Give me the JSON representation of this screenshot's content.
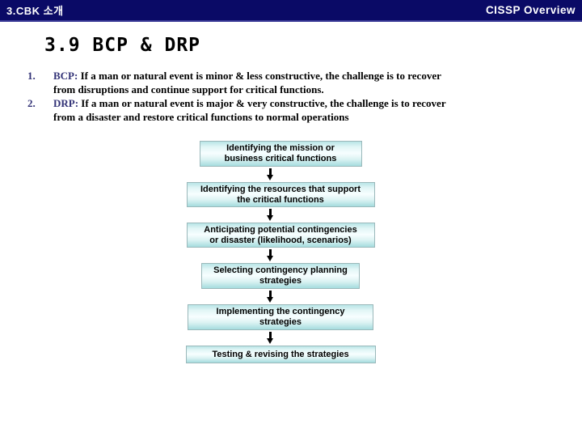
{
  "header": {
    "left_title": "3.CBK 소개",
    "right_title": "CISSP Overview"
  },
  "slide": {
    "title": "3.9 BCP & DRP"
  },
  "definitions": {
    "items": [
      {
        "number": "1.",
        "term": "BCP:",
        "line1": "If a man or natural event is minor & less constructive, the challenge is to recover",
        "line2": "from disruptions and continue support for critical functions."
      },
      {
        "number": "2.",
        "term": "DRP:",
        "line1": "If a man or natural event is major & very constructive, the challenge is to recover",
        "line2": "from a disaster and restore critical functions to normal operations"
      }
    ]
  },
  "flowchart": {
    "steps": [
      {
        "lines": [
          "Identifying the mission or",
          "business critical functions"
        ]
      },
      {
        "lines": [
          "Identifying the resources that support",
          "the critical functions"
        ]
      },
      {
        "lines": [
          "Anticipating potential contingencies",
          "or disaster (likelihood, scenarios)"
        ]
      },
      {
        "lines": [
          "Selecting contingency planning",
          "strategies"
        ]
      },
      {
        "lines": [
          "Implementing the contingency",
          "strategies"
        ]
      },
      {
        "lines": [
          "Testing & revising the strategies"
        ]
      }
    ]
  },
  "colors": {
    "header_bar": "#0a0a66",
    "header_text": "#ffffff",
    "term_accent": "#333377",
    "box_fill_top": "#b9e5e7",
    "box_fill_mid": "#f7feff",
    "box_fill_bottom": "#a5dcde",
    "box_border": "#9ab8ba",
    "arrow": "#000000"
  }
}
